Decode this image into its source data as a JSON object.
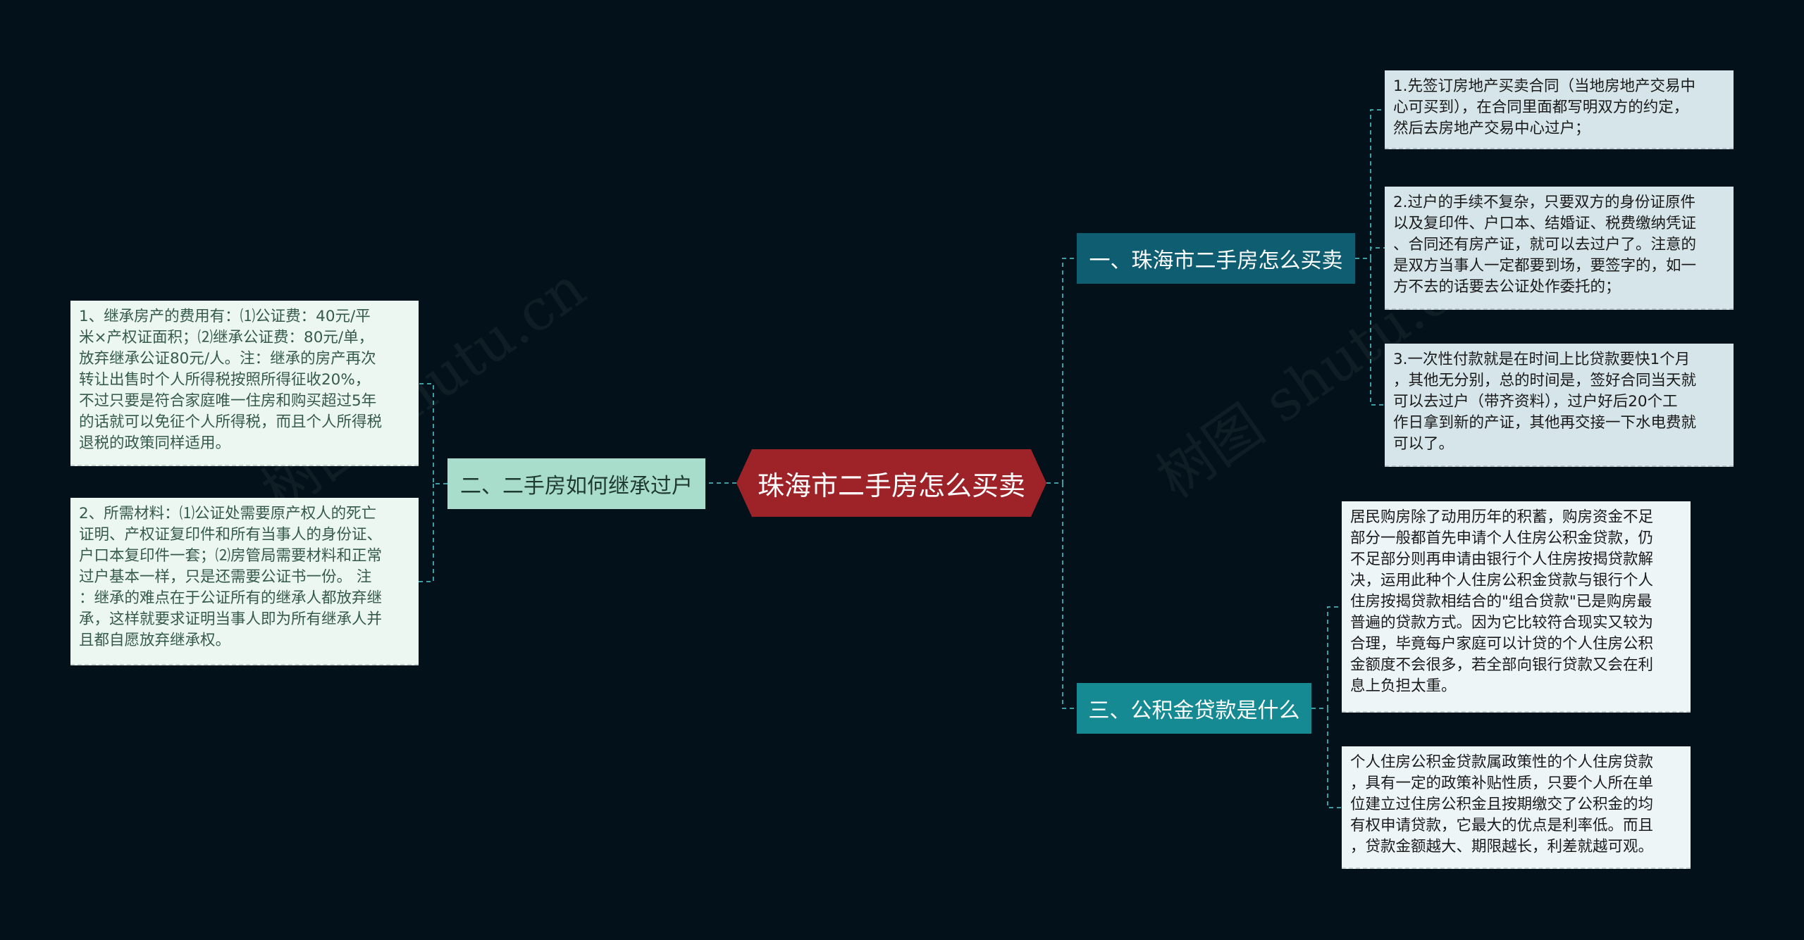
{
  "root": {
    "label": "珠海市二手房怎么买卖"
  },
  "branches": {
    "b1": {
      "label": "一、珠海市二手房怎么买卖"
    },
    "b2": {
      "label": "二、二手房如何继承过户"
    },
    "b3": {
      "label": "三、公积金贷款是什么"
    }
  },
  "leaves": {
    "b1_1": "1.先签订房地产买卖合同（当地房地产交易中\n心可买到），在合同里面都写明双方的约定，\n然后去房地产交易中心过户；",
    "b1_2": "2.过户的手续不复杂，只要双方的身份证原件\n以及复印件、户口本、结婚证、税费缴纳凭证\n、合同还有房产证，就可以去过户了。注意的\n是双方当事人一定都要到场，要签字的，如一\n方不去的话要去公证处作委托的；",
    "b1_3": "3.一次性付款就是在时间上比贷款要快1个月\n，其他无分别，总的时间是，签好合同当天就\n可以去过户（带齐资料），过户好后20个工\n作日拿到新的产证，其他再交接一下水电费就\n可以了。",
    "b3_1": "居民购房除了动用历年的积蓄，购房资金不足\n部分一般都首先申请个人住房公积金贷款，仍\n不足部分则再申请由银行个人住房按揭贷款解\n决，运用此种个人住房公积金贷款与银行个人\n住房按揭贷款相结合的\"组合贷款\"已是购房最\n普遍的贷款方式。因为它比较符合现实又较为\n合理，毕竟每户家庭可以计贷的个人住房公积\n金额度不会很多，若全部向银行贷款又会在利\n息上负担太重。",
    "b3_2": "个人住房公积金贷款属政策性的个人住房贷款\n，具有一定的政策补贴性质，只要个人所在单\n位建立过住房公积金且按期缴交了公积金的均\n有权申请贷款，它最大的优点是利率低。而且\n，贷款金额越大、期限越长，利差就越可观。",
    "b2_1": "1、继承房产的费用有：⑴公证费：40元/平\n米×产权证面积；⑵继承公证费：80元/单，\n放弃继承公证80元/人。注：继承的房产再次\n转让出售时个人所得税按照所得征收20%，\n不过只要是符合家庭唯一住房和购买超过5年\n的话就可以免征个人所得税，而且个人所得税\n退税的政策同样适用。",
    "b2_2": "2、所需材料：⑴公证处需要原产权人的死亡\n证明、产权证复印件和所有当事人的身份证、\n户口本复印件一套；⑵房管局需要材料和正常\n过户基本一样，只是还需要公证书一份。 注\n：继承的难点在于公证所有的继承人都放弃继\n承，这样就要求证明当事人即为所有继承人并\n且都自愿放弃继承权。"
  },
  "colors": {
    "background": "#03121a",
    "root": "#9e2329",
    "branch1": "#0f5d70",
    "branch3": "#168a93",
    "branch2": "#a9ddcb",
    "connector": "#3aa6a6"
  }
}
